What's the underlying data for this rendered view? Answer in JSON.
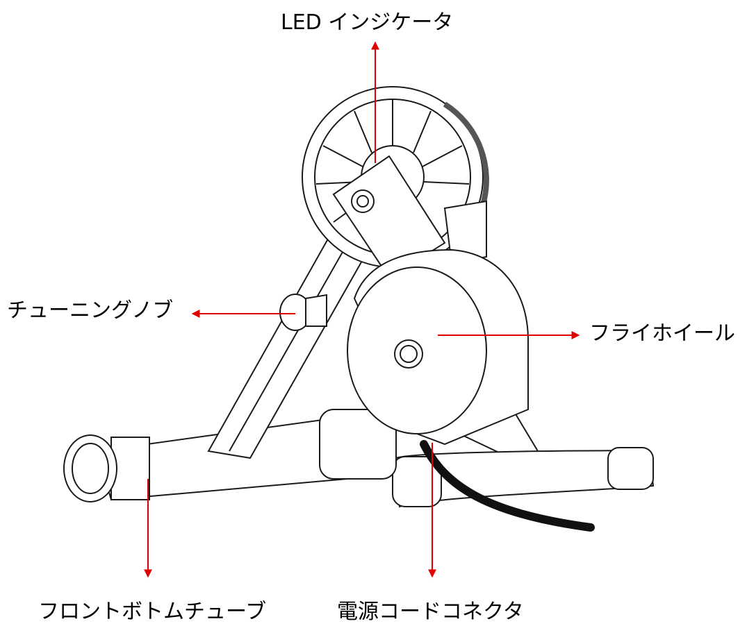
{
  "labels": {
    "led_indicator": "LED インジケータ",
    "tuning_knob": "チューニングノブ",
    "flywheel": "フライホイール",
    "front_bottom_tube": "フロントボトムチューブ",
    "power_connector": "電源コードコネクタ"
  },
  "colors": {
    "arrow": "#e00000",
    "line": "#1a1a1a",
    "cable": "#111111",
    "background": "#ffffff"
  }
}
